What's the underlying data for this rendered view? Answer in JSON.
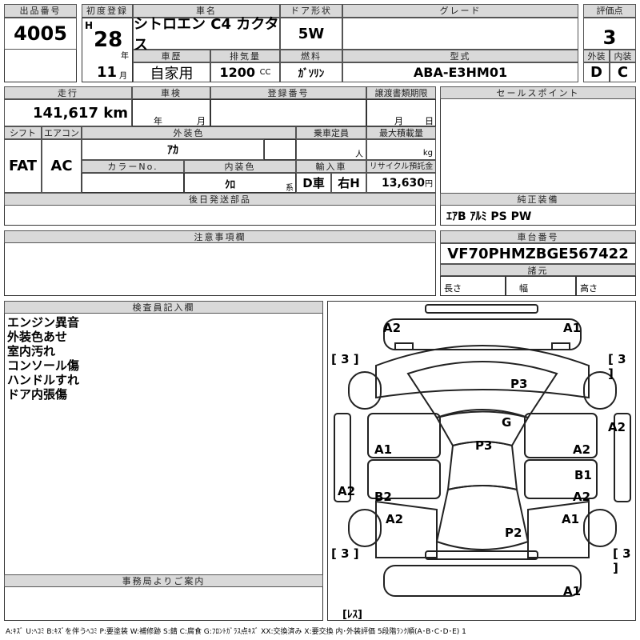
{
  "lot": {
    "label": "出品番号",
    "value": "4005"
  },
  "first_reg": {
    "label": "初度登録",
    "era": "H",
    "year": "28",
    "year_unit": "年",
    "month": "11",
    "month_unit": "月"
  },
  "car_name": {
    "label": "車名",
    "value": "シトロエン C4 カクタス"
  },
  "door": {
    "label": "ドア形状",
    "value": "5W"
  },
  "grade": {
    "label": "グレード",
    "value": ""
  },
  "history": {
    "label": "車歴",
    "value": "自家用"
  },
  "displacement": {
    "label": "排気量",
    "value": "1200",
    "unit": "CC"
  },
  "fuel": {
    "label": "燃料",
    "value": "ｶﾞｿﾘﾝ"
  },
  "model": {
    "label": "型式",
    "value": "ABA-E3HM01"
  },
  "score": {
    "label": "評価点",
    "value": "3",
    "ext_label": "外装",
    "int_label": "内装",
    "ext": "D",
    "int": "C"
  },
  "mileage": {
    "label": "走行",
    "value": "141,617",
    "unit": "km"
  },
  "inspection": {
    "label": "車検",
    "year_unit": "年",
    "month_unit": "月"
  },
  "reg_no": {
    "label": "登録番号"
  },
  "transfer": {
    "label": "譲渡書類期限",
    "month_unit": "月",
    "day_unit": "日"
  },
  "shift": {
    "label": "シフト",
    "value": "FAT"
  },
  "ac": {
    "label": "エアコン",
    "value": "AC"
  },
  "ext_color": {
    "label": "外装色",
    "value": "ｱｶ"
  },
  "capacity": {
    "label": "乗車定員",
    "unit": "人"
  },
  "max_load": {
    "label": "最大積載量",
    "unit": "kg"
  },
  "color_no": {
    "label": "カラーNo."
  },
  "int_color": {
    "label": "内装色",
    "value": "ｸﾛ",
    "suffix": "系"
  },
  "import": {
    "label": "輸入車",
    "type": "D車",
    "handle": "右H"
  },
  "recycle": {
    "label": "リサイクル預託金",
    "value": "13,630",
    "unit": "円"
  },
  "later_parts": {
    "label": "後日発送部品"
  },
  "sales_point": {
    "label": "セールスポイント"
  },
  "equipment": {
    "label": "純正装備",
    "value": "ｴｱB ｱﾙﾐ PS PW"
  },
  "caution": {
    "label": "注意事項欄"
  },
  "chassis": {
    "label": "車台番号",
    "value": "VF70PHMZBGE567422"
  },
  "spec": {
    "label": "諸元",
    "length": "長さ",
    "width": "幅",
    "height": "高さ"
  },
  "inspector": {
    "label": "検査員記入欄",
    "notes": [
      "エンジン異音",
      "外装色あせ",
      "室内汚れ",
      "コンソール傷",
      "ハンドルすれ",
      "ドア内張傷"
    ]
  },
  "office": {
    "label": "事務局よりご案内"
  },
  "diagram": {
    "tire_fl": "[ 3 ]",
    "tire_fr": "[ 3 ]",
    "tire_rl": "[ 3 ]",
    "tire_rr": "[ 3 ]",
    "spare": "[ﾚｽ]",
    "marks": {
      "front_l": "A2",
      "front_r": "A1",
      "roof": "P3",
      "glass": "G",
      "interior": "P3",
      "door_l1": "A1",
      "door_r1": "A2",
      "door_r_b": "B1",
      "door_l2": "B2",
      "door_r2": "A2",
      "fender_r": "A2",
      "fender_l": "A2",
      "rear_l": "A2",
      "rear_r": "A1",
      "trunk": "P2",
      "bumper_r": "A1"
    }
  },
  "legend": "A:ｷｽﾞ U:ﾍｺﾐ B:ｷｽﾞを伴うﾍｺﾐ P:要塗装 W:補修跡 S:錆 C:腐食 G:ﾌﾛﾝﾄｶﾞﾗｽ点ｷｽﾞ XX:交換済み X:要交換 内･外装評価 5段階ﾗﾝｸ順(A･B･C･D･E) 1"
}
